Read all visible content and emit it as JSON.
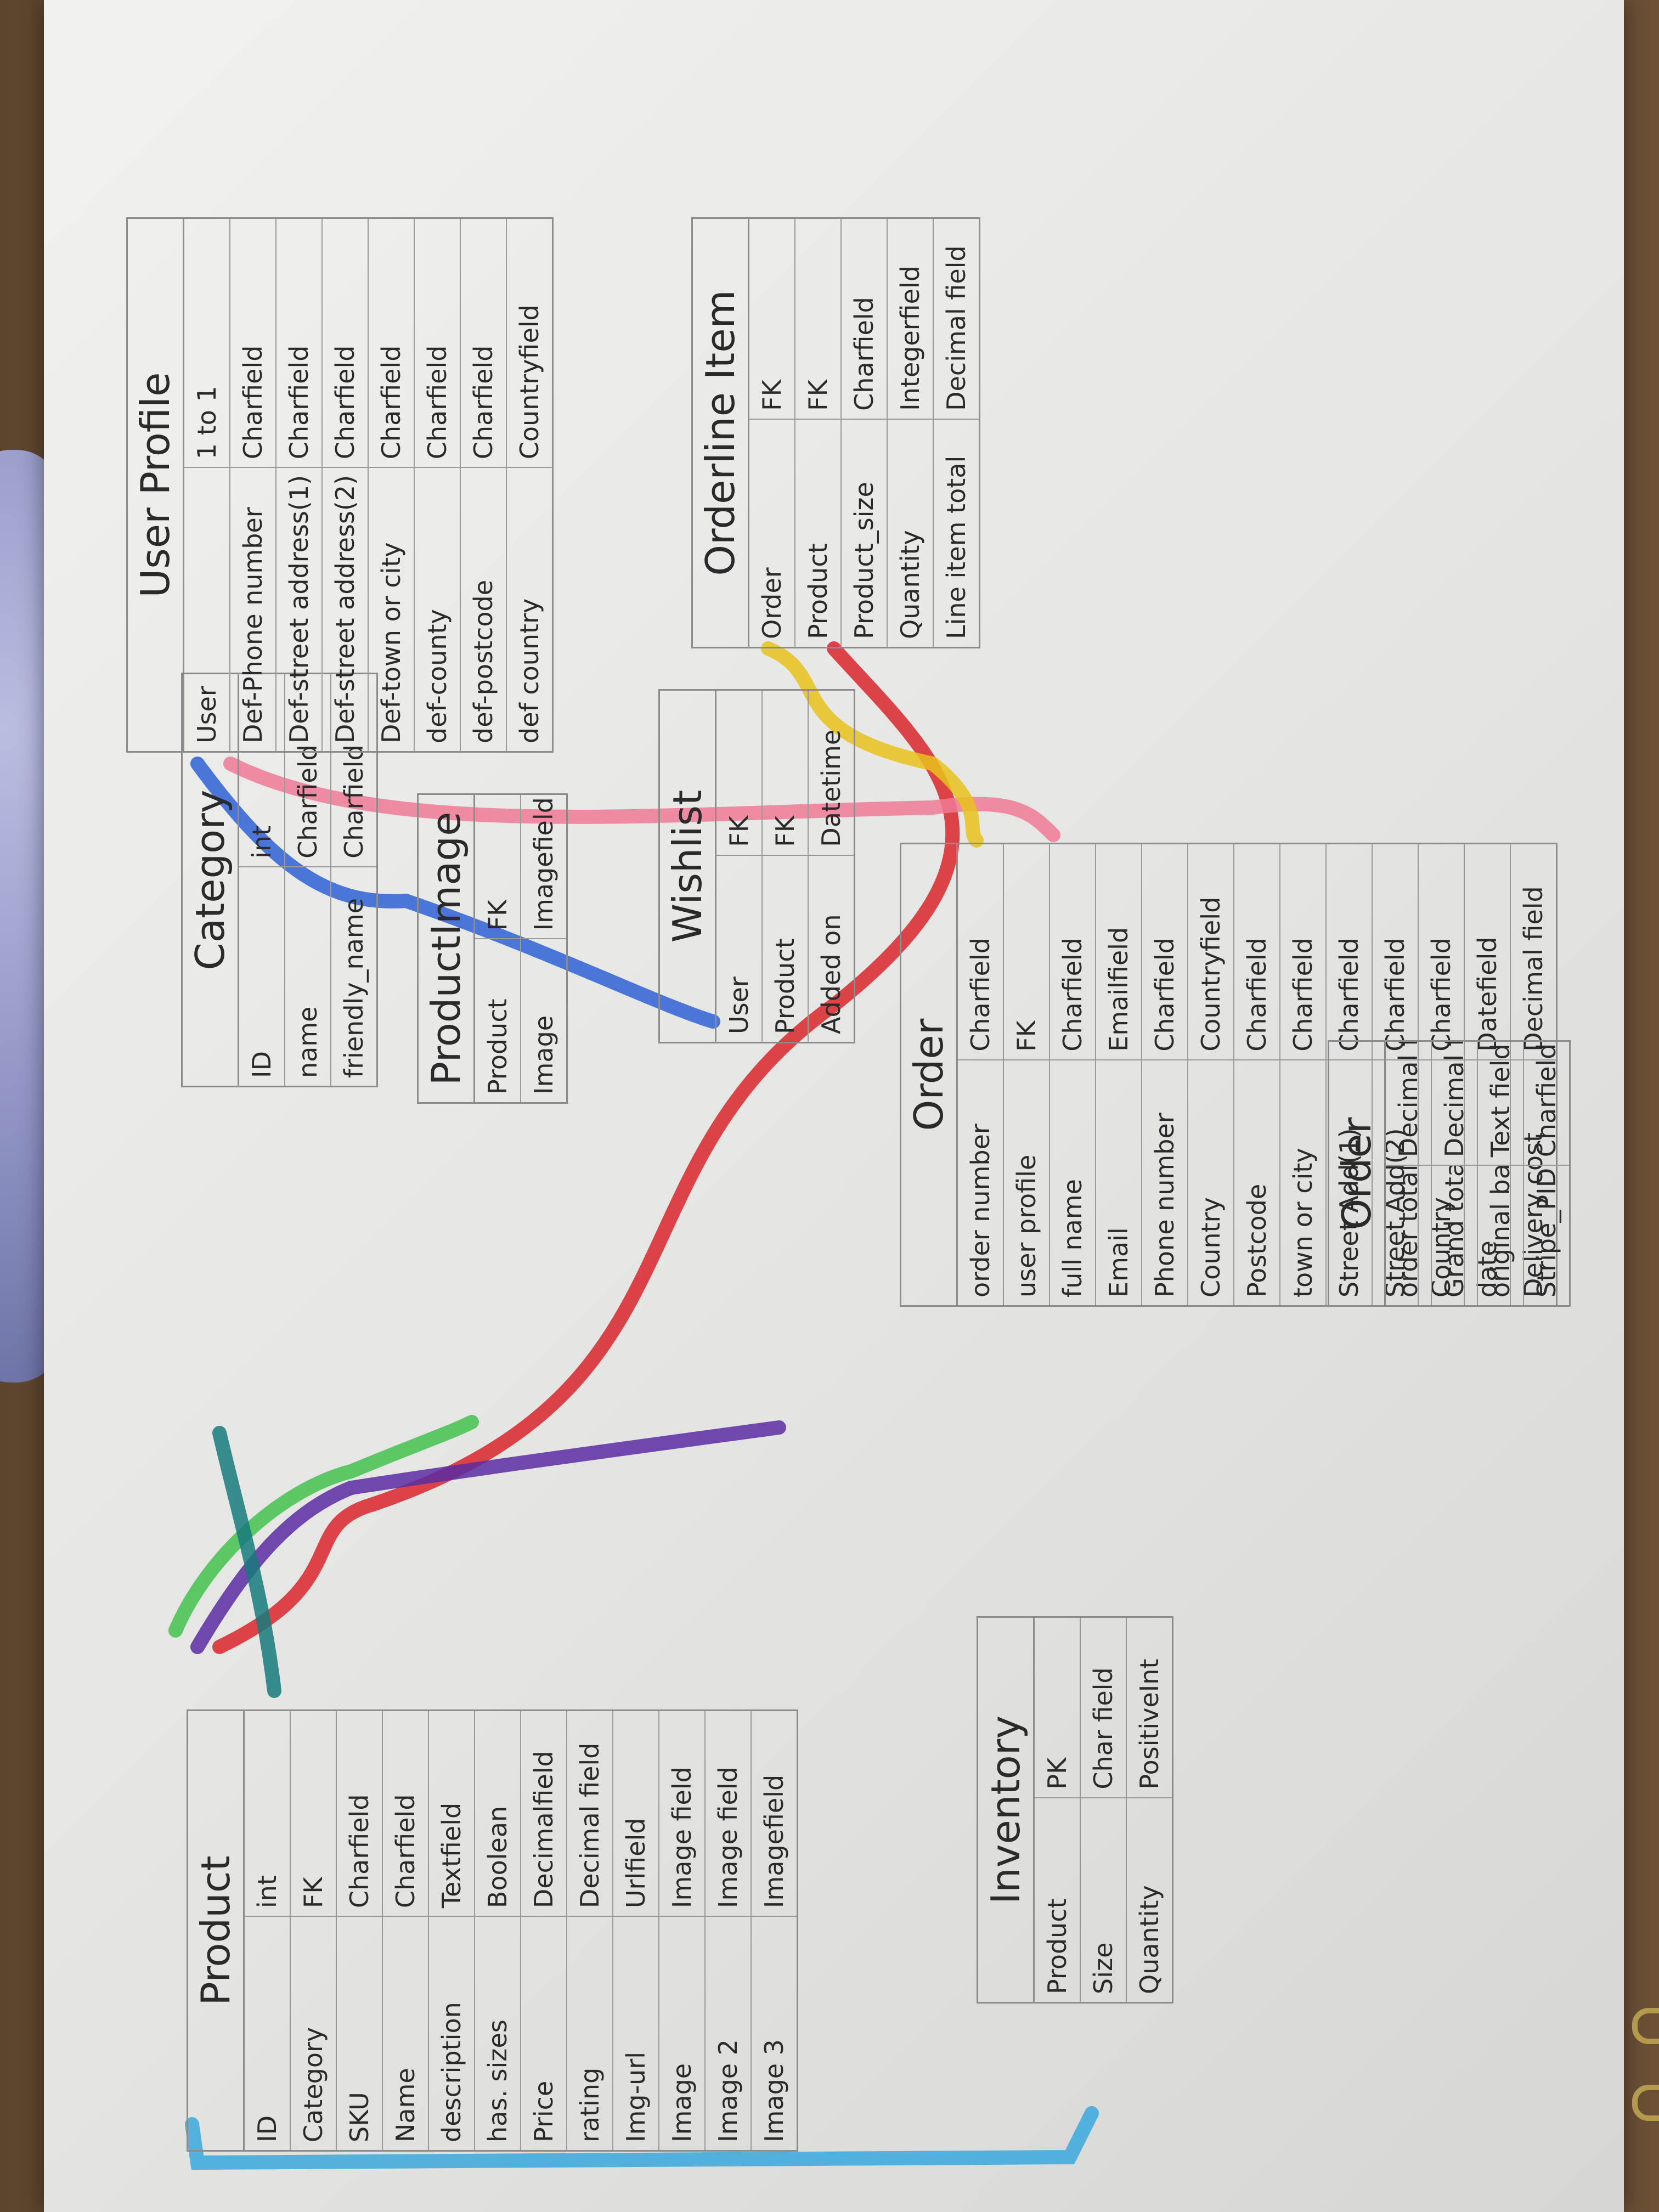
{
  "colors": {
    "blue": "#2f62d6",
    "red": "#d9262b",
    "pink": "#ef7a95",
    "yellow": "#e8c21c",
    "green": "#43c24f",
    "purple": "#5a2ba3",
    "teal": "#167a7c",
    "light_blue": "#3aa8dc"
  },
  "tables": [
    {
      "id": "product",
      "title": "Product",
      "rows": [
        [
          "ID",
          "int"
        ],
        [
          "Category",
          "FK"
        ],
        [
          "SKU",
          "Charfield"
        ],
        [
          "Name",
          "Charfield"
        ],
        [
          "description",
          "Textfield"
        ],
        [
          "has. sizes",
          "Boolean"
        ],
        [
          "Price",
          "Decimalfield"
        ],
        [
          "rating",
          "Decimal field"
        ],
        [
          "Img-url",
          "Urlfield"
        ],
        [
          "Image",
          "Image field"
        ],
        [
          "Image 2",
          "Image field"
        ],
        [
          "Image 3",
          "Imagefield"
        ]
      ]
    },
    {
      "id": "inventory",
      "title": "Inventory",
      "rows": [
        [
          "Product",
          "PK"
        ],
        [
          "Size",
          "Char field"
        ],
        [
          "Quantity",
          "PositiveInt"
        ]
      ]
    },
    {
      "id": "category",
      "title": "Category",
      "rows": [
        [
          "ID",
          "int"
        ],
        [
          "name",
          "Charfield"
        ],
        [
          "friendly_name",
          "Charfield"
        ]
      ]
    },
    {
      "id": "product_image",
      "title": "ProductImage",
      "rows": [
        [
          "Product",
          "FK"
        ],
        [
          "Image",
          "Imagefield"
        ]
      ]
    },
    {
      "id": "wishlist",
      "title": "Wishlist",
      "rows": [
        [
          "User",
          "FK"
        ],
        [
          "Product",
          "FK"
        ],
        [
          "Added on",
          "Datetime"
        ]
      ]
    },
    {
      "id": "order_left",
      "title": "Order",
      "rows": [
        [
          "order number",
          "Charfield"
        ],
        [
          "user profile",
          "FK"
        ],
        [
          "full name",
          "Charfield"
        ],
        [
          "Email",
          "Emailfield"
        ],
        [
          "Phone number",
          "Charfield"
        ],
        [
          "Country",
          "Countryfield"
        ],
        [
          "Postcode",
          "Charfield"
        ],
        [
          "town or city",
          "Charfield"
        ],
        [
          "Street Add(1)",
          "Charfield"
        ],
        [
          "Street Add(2)",
          "Charfield"
        ],
        [
          "Country",
          "Charfield"
        ],
        [
          "date",
          "Datefield"
        ],
        [
          "Delivery cost",
          "Decimal field"
        ]
      ]
    },
    {
      "id": "order_right",
      "title": "Order",
      "rows": [
        [
          "order total",
          "Decimal field"
        ],
        [
          "Grand total",
          "Decimal field"
        ],
        [
          "original bag",
          "Text field"
        ],
        [
          "Stripe_PID",
          "Charfield"
        ]
      ]
    },
    {
      "id": "user_profile",
      "title": "User Profile",
      "rows": [
        [
          "User",
          "1 to 1"
        ],
        [
          "Def-Phone number",
          "Charfield"
        ],
        [
          "Def-street address(1)",
          "Charfield"
        ],
        [
          "Def-street address(2)",
          "Charfield"
        ],
        [
          "Def-town or city",
          "Charfield"
        ],
        [
          "def-county",
          "Charfield"
        ],
        [
          "def-postcode",
          "Charfield"
        ],
        [
          "def country",
          "Countryfield"
        ]
      ]
    },
    {
      "id": "order_line_item",
      "title": "Orderline Item",
      "rows": [
        [
          "Order",
          "FK"
        ],
        [
          "Product",
          "FK"
        ],
        [
          "Product_size",
          "Charfield"
        ],
        [
          "Quantity",
          "Integerfield"
        ],
        [
          "Line item total",
          "Decimal field"
        ]
      ]
    }
  ]
}
